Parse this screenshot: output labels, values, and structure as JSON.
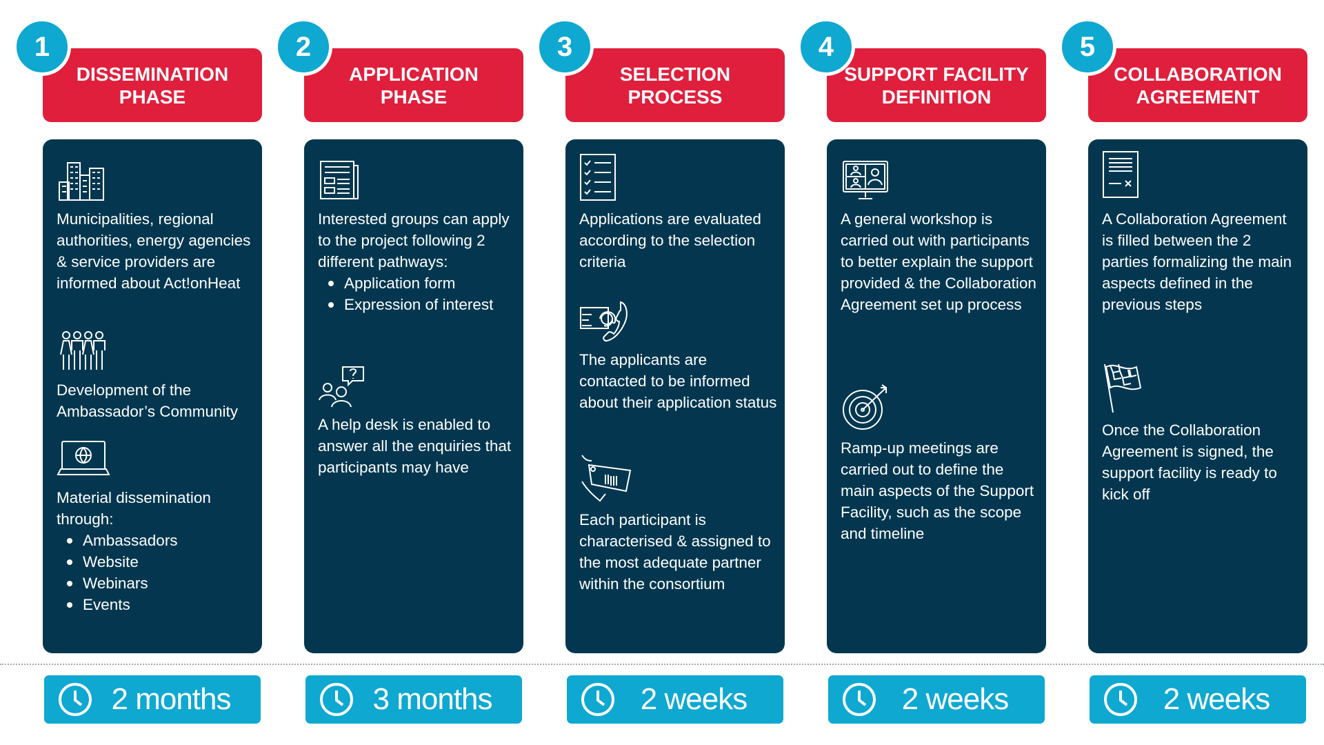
{
  "phases": [
    {
      "number": "1",
      "title": "DISSEMINATION\nPHASE",
      "blocks": [
        {
          "icon": "buildings-icon",
          "text": "Municipalities, regional authorities, energy agencies & service providers are informed about Act!onHeat"
        },
        {
          "icon": "community-people-icon",
          "text": "Development of the Ambassador’s Community"
        },
        {
          "icon": "laptop-globe-icon",
          "text": "Material dissemination through:",
          "list": [
            "Ambassadors",
            "Website",
            "Webinars",
            "Events"
          ]
        }
      ],
      "duration": "2 months"
    },
    {
      "number": "2",
      "title": "APPLICATION\nPHASE",
      "blocks": [
        {
          "icon": "form-document-icon",
          "text": "Interested groups can apply to the project following 2 different pathways:",
          "list": [
            "Application form",
            "Expression of interest"
          ]
        },
        {
          "icon": "help-desk-icon",
          "text": "A help desk is enabled to answer all the enquiries that participants may have"
        }
      ],
      "duration": "3 months"
    },
    {
      "number": "3",
      "title": "SELECTION\nPROCESS",
      "blocks": [
        {
          "icon": "checklist-icon",
          "text": "Applications are evaluated according to the selection criteria"
        },
        {
          "icon": "email-phone-icon",
          "text": "The applicants are contacted to be informed about their application status"
        },
        {
          "icon": "tag-hand-icon",
          "text": "Each participant is characterised & assigned to the most adequate partner within the consortium"
        }
      ],
      "duration": "2 weeks"
    },
    {
      "number": "4",
      "title": "SUPPORT FACILITY\nDEFINITION",
      "blocks": [
        {
          "icon": "video-meeting-icon",
          "text": "A general workshop is carried out with participants to better explain the support provided & the Collaboration Agreement set up process"
        },
        {
          "icon": "target-icon",
          "text": "Ramp-up meetings are carried out to define the main aspects of the Support Facility, such as the scope and timeline"
        }
      ],
      "duration": "2 weeks"
    },
    {
      "number": "5",
      "title": "COLLABORATION\nAGREEMENT",
      "blocks": [
        {
          "icon": "contract-signature-icon",
          "text": "A Collaboration Agreement is filled between the 2 parties formalizing the main aspects defined in the previous steps"
        },
        {
          "icon": "checkered-flag-icon",
          "text": "Once the Collaboration Agreement is signed, the support facility is ready to kick off"
        }
      ],
      "duration": "2 weeks"
    }
  ],
  "colors": {
    "header": "#e01f3d",
    "accent": "#0ea8d1",
    "panel": "#04374f"
  }
}
